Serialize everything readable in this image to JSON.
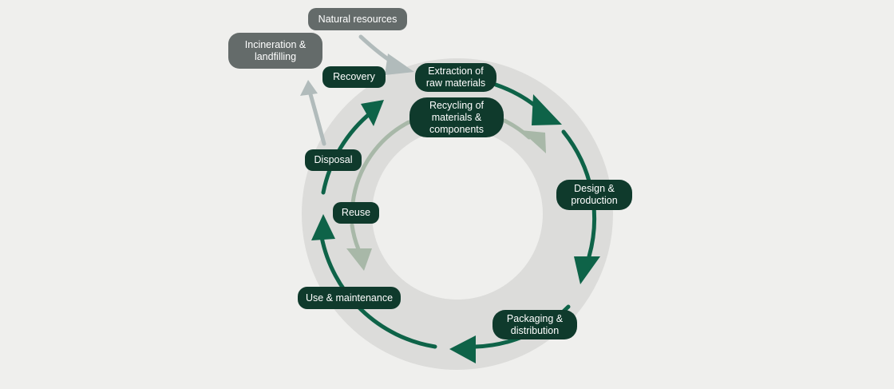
{
  "colors": {
    "background": "#efefed",
    "ring": "#dcdcda",
    "primary_arrow": "#0e6348",
    "secondary_arrow": "#a8b8a8",
    "grey_arrow": "#b1bbbb",
    "dark_box": "#0f3a2c",
    "grey_box": "#646b6a",
    "label_text": "#ffffff"
  },
  "nodes": {
    "natural_resources": "Natural resources",
    "incineration": "Incineration &\nlandfilling",
    "recovery": "Recovery",
    "extraction": "Extraction of\nraw materials",
    "recycling": "Recycling of\nmaterials &\ncomponents",
    "disposal": "Disposal",
    "reuse": "Reuse",
    "design": "Design &\nproduction",
    "use": "Use & maintenance",
    "packaging": "Packaging &\ndistribution"
  }
}
